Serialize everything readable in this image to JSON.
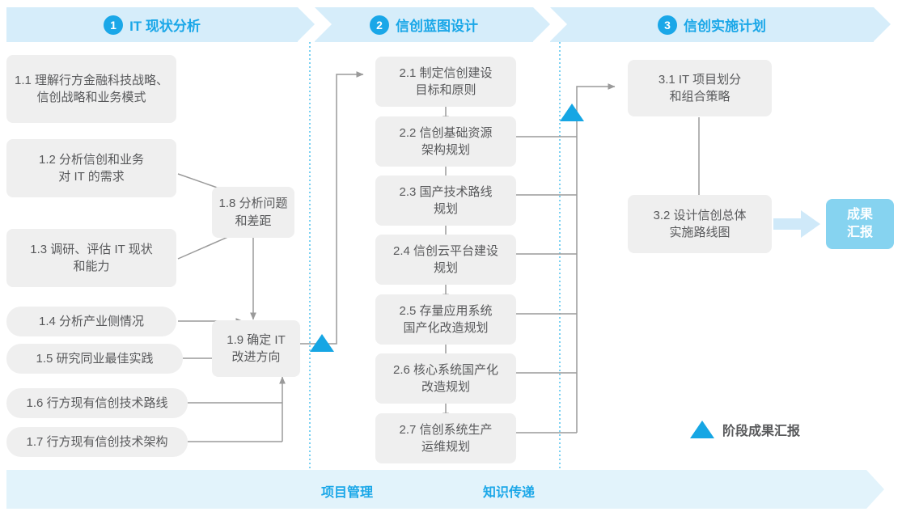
{
  "stages": [
    {
      "num": "1",
      "label": "IT 现状分析"
    },
    {
      "num": "2",
      "label": "信创蓝图设计"
    },
    {
      "num": "3",
      "label": "信创实施计划"
    }
  ],
  "stage1_nodes": [
    {
      "id": "1.1",
      "text": "1.1 理解行方金融科技战略、\n信创战略和业务模式"
    },
    {
      "id": "1.2",
      "text": "1.2 分析信创和业务\n对 IT 的需求"
    },
    {
      "id": "1.3",
      "text": "1.3 调研、评估 IT 现状\n和能力"
    },
    {
      "id": "1.4",
      "text": "1.4 分析产业侧情况"
    },
    {
      "id": "1.5",
      "text": "1.5 研究同业最佳实践"
    },
    {
      "id": "1.6",
      "text": "1.6 行方现有信创技术路线"
    },
    {
      "id": "1.7",
      "text": "1.7 行方现有信创技术架构"
    },
    {
      "id": "1.8",
      "text": "1.8 分析问题\n和差距"
    },
    {
      "id": "1.9",
      "text": "1.9 确定 IT\n改进方向"
    }
  ],
  "stage2_nodes": [
    {
      "id": "2.1",
      "text": "2.1 制定信创建设\n目标和原则"
    },
    {
      "id": "2.2",
      "text": "2.2 信创基础资源\n架构规划"
    },
    {
      "id": "2.3",
      "text": "2.3 国产技术路线\n规划"
    },
    {
      "id": "2.4",
      "text": "2.4 信创云平台建设\n规划"
    },
    {
      "id": "2.5",
      "text": "2.5 存量应用系统\n国产化改造规划"
    },
    {
      "id": "2.6",
      "text": "2.6 核心系统国产化\n改造规划"
    },
    {
      "id": "2.7",
      "text": "2.7 信创系统生产\n运维规划"
    }
  ],
  "stage3_nodes": [
    {
      "id": "3.1",
      "text": "3.1 IT 项目划分\n和组合策略"
    },
    {
      "id": "3.2",
      "text": "3.2 设计信创总体\n实施路线图"
    }
  ],
  "result_badge": {
    "text": "成果\n汇报"
  },
  "legend": {
    "text": "阶段成果汇报",
    "icon": "triangle-icon"
  },
  "footer": {
    "labels": [
      "项目管理",
      "知识传递"
    ]
  },
  "colors": {
    "accent": "#1aa7e8",
    "band": "#d6edfa",
    "footer_band": "#e2f3fb",
    "node_bg": "#efefef",
    "node_text": "#58595b",
    "milestone": "#16a6e4",
    "badge_bg": "#86d3f0",
    "connector": "#9a9a9a",
    "divider": "#5bc6ef"
  }
}
